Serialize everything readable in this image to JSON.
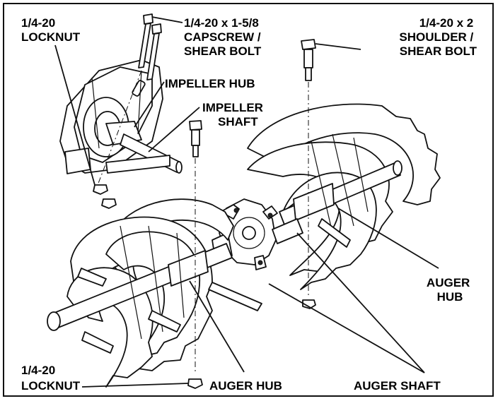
{
  "labels": {
    "locknut_top": [
      "1/4-20",
      "LOCKNUT"
    ],
    "capscrew": [
      "1/4-20 x 1-5/8",
      "CAPSCREW /",
      "SHEAR BOLT"
    ],
    "shoulder": [
      "1/4-20 x 2",
      "SHOULDER /",
      "SHEAR BOLT"
    ],
    "impeller_hub": "IMPELLER HUB",
    "impeller_shaft": [
      "IMPELLER",
      "SHAFT"
    ],
    "auger_hub_right": [
      "AUGER",
      "HUB"
    ],
    "locknut_bottom": [
      "1/4-20",
      "LOCKNUT"
    ],
    "auger_hub_bottom": "AUGER HUB",
    "auger_shaft": "AUGER SHAFT"
  }
}
